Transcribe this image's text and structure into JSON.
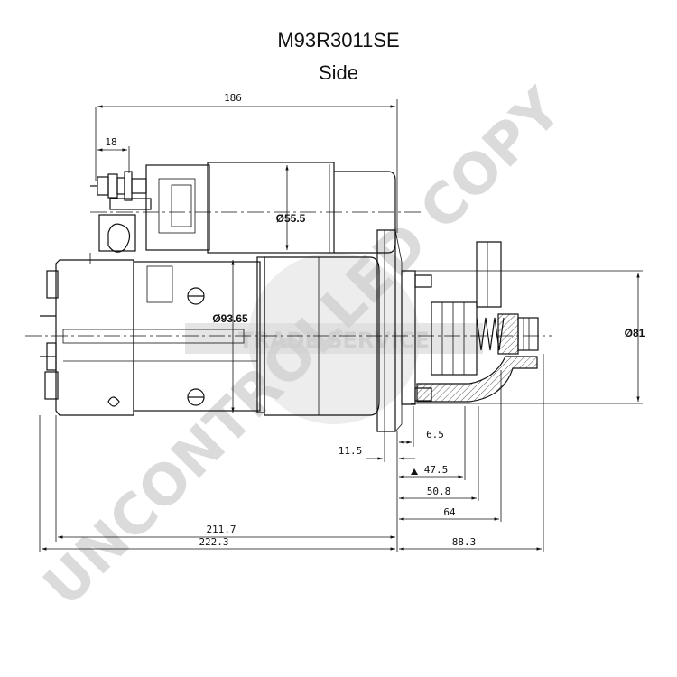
{
  "title": {
    "model": "M93R3011SE",
    "view": "Side"
  },
  "watermark": {
    "main_text": "UNCONTROLLED COPY",
    "logo_text": "TRADE SERVICE",
    "color": "#cfcfcf"
  },
  "dimensions": {
    "overall_top": "186",
    "terminal": "18",
    "solenoid_dia": "Ø55.5",
    "body_dia": "Ø93.65",
    "pinion_dia": "Ø81",
    "flange_a": "11.5",
    "flange_b": "6.5",
    "d_47_5": "47.5",
    "d_50_8": "50.8",
    "d_64": "64",
    "d_211_7": "211.7",
    "d_222_3": "222.3",
    "d_88_3": "88.3"
  }
}
